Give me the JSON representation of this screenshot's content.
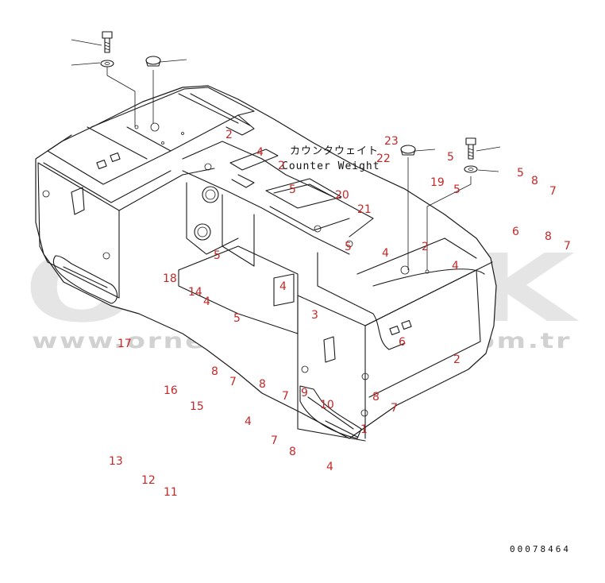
{
  "title_jp": "カウンタウェイト",
  "title_en": "Counter Weight",
  "watermark_letters": "ORNEK",
  "watermark_url": "www.ornekismakineleri.com.tr",
  "drawing_number": "00078464",
  "colors": {
    "callout": "#c62828",
    "line": "#1a1a1a",
    "watermark": "#cfcfcf",
    "accent": "#f2c744"
  },
  "callouts": {
    "c01": "2",
    "c02": "4",
    "c03": "2",
    "c04": "5",
    "c05": "20",
    "c06": "21",
    "c07": "23",
    "c08": "22",
    "c09": "5",
    "c10": "5",
    "c11": "8",
    "c12": "7",
    "c13": "19",
    "c14": "5",
    "c15": "6",
    "c16": "8",
    "c17": "7",
    "c18": "5",
    "c19": "2",
    "c20": "4",
    "c21": "4",
    "c22": "5",
    "c23": "18",
    "c24": "14",
    "c25": "4",
    "c26": "4",
    "c27": "5",
    "c28": "3",
    "c29": "6",
    "c30": "17",
    "c31": "2",
    "c32": "8",
    "c33": "7",
    "c34": "8",
    "c35": "7",
    "c36": "9",
    "c37": "8",
    "c38": "16",
    "c39": "15",
    "c40": "10",
    "c41": "7",
    "c42": "4",
    "c43": "1",
    "c44": "7",
    "c45": "8",
    "c46": "13",
    "c47": "4",
    "c48": "12",
    "c49": "11"
  }
}
